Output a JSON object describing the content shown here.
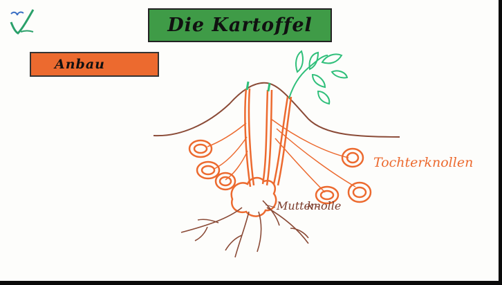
{
  "header": {
    "title": "Die Kartoffel"
  },
  "section": {
    "label": "Anbau"
  },
  "diagram": {
    "daughter_tubers_label": "Tochterknollen",
    "mother_tuber_label_line1": "Mutter-",
    "mother_tuber_label_line2": "knolle"
  },
  "icons": {
    "logo": "plant-logo-icon"
  },
  "colors": {
    "title_bg": "#3f9b47",
    "label_bg": "#ec6a2f",
    "orange_ink": "#ec6a2f",
    "brown_ink": "#8a4a36",
    "green_ink": "#2fbf7a"
  }
}
